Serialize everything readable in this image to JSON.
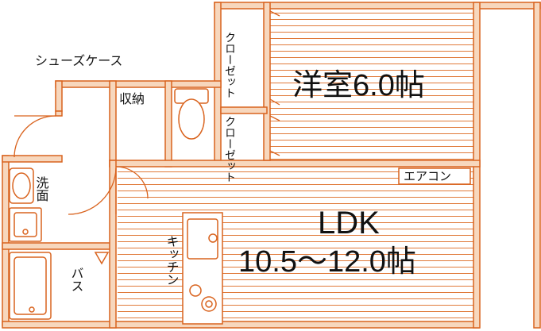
{
  "colors": {
    "wall_fill": "#f7d7bd",
    "wall_stroke": "#d9631e",
    "floor_line": "#e07a3a",
    "background": "#ffffff",
    "text": "#111111"
  },
  "labels": {
    "shoe_case": "シューズケース",
    "storage": "収納",
    "closet_1": "クローゼット",
    "closet_2": "クローゼット",
    "western_room": "洋室6.0帖",
    "air_conditioner": "エアコン",
    "washroom": "洗面",
    "ldk_name": "LDK",
    "ldk_size": "10.5〜12.0帖",
    "kitchen": "キッチン",
    "bath": "バス"
  },
  "icons": [
    "toilet-icon",
    "sink-icon",
    "stove-icon",
    "bathtub-icon",
    "washing-machine-pan-icon",
    "door-swing-icon"
  ]
}
